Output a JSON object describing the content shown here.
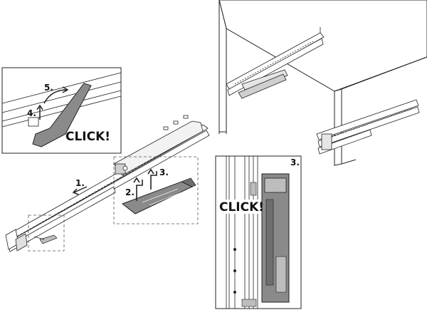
{
  "inset_click": {
    "click_label": "CLICK!",
    "step_4": "4.",
    "step_5": "5."
  },
  "main_view": {
    "step_1": "1.",
    "step_2": "2.",
    "step_3": "3."
  },
  "detail_panel": {
    "step_label": "3.",
    "click_label": "CLICK!"
  },
  "colors": {
    "line": "#222222",
    "part_fill": "#8a8a8a",
    "light_fill": "#bdbdbd",
    "dashed": "#555555"
  }
}
